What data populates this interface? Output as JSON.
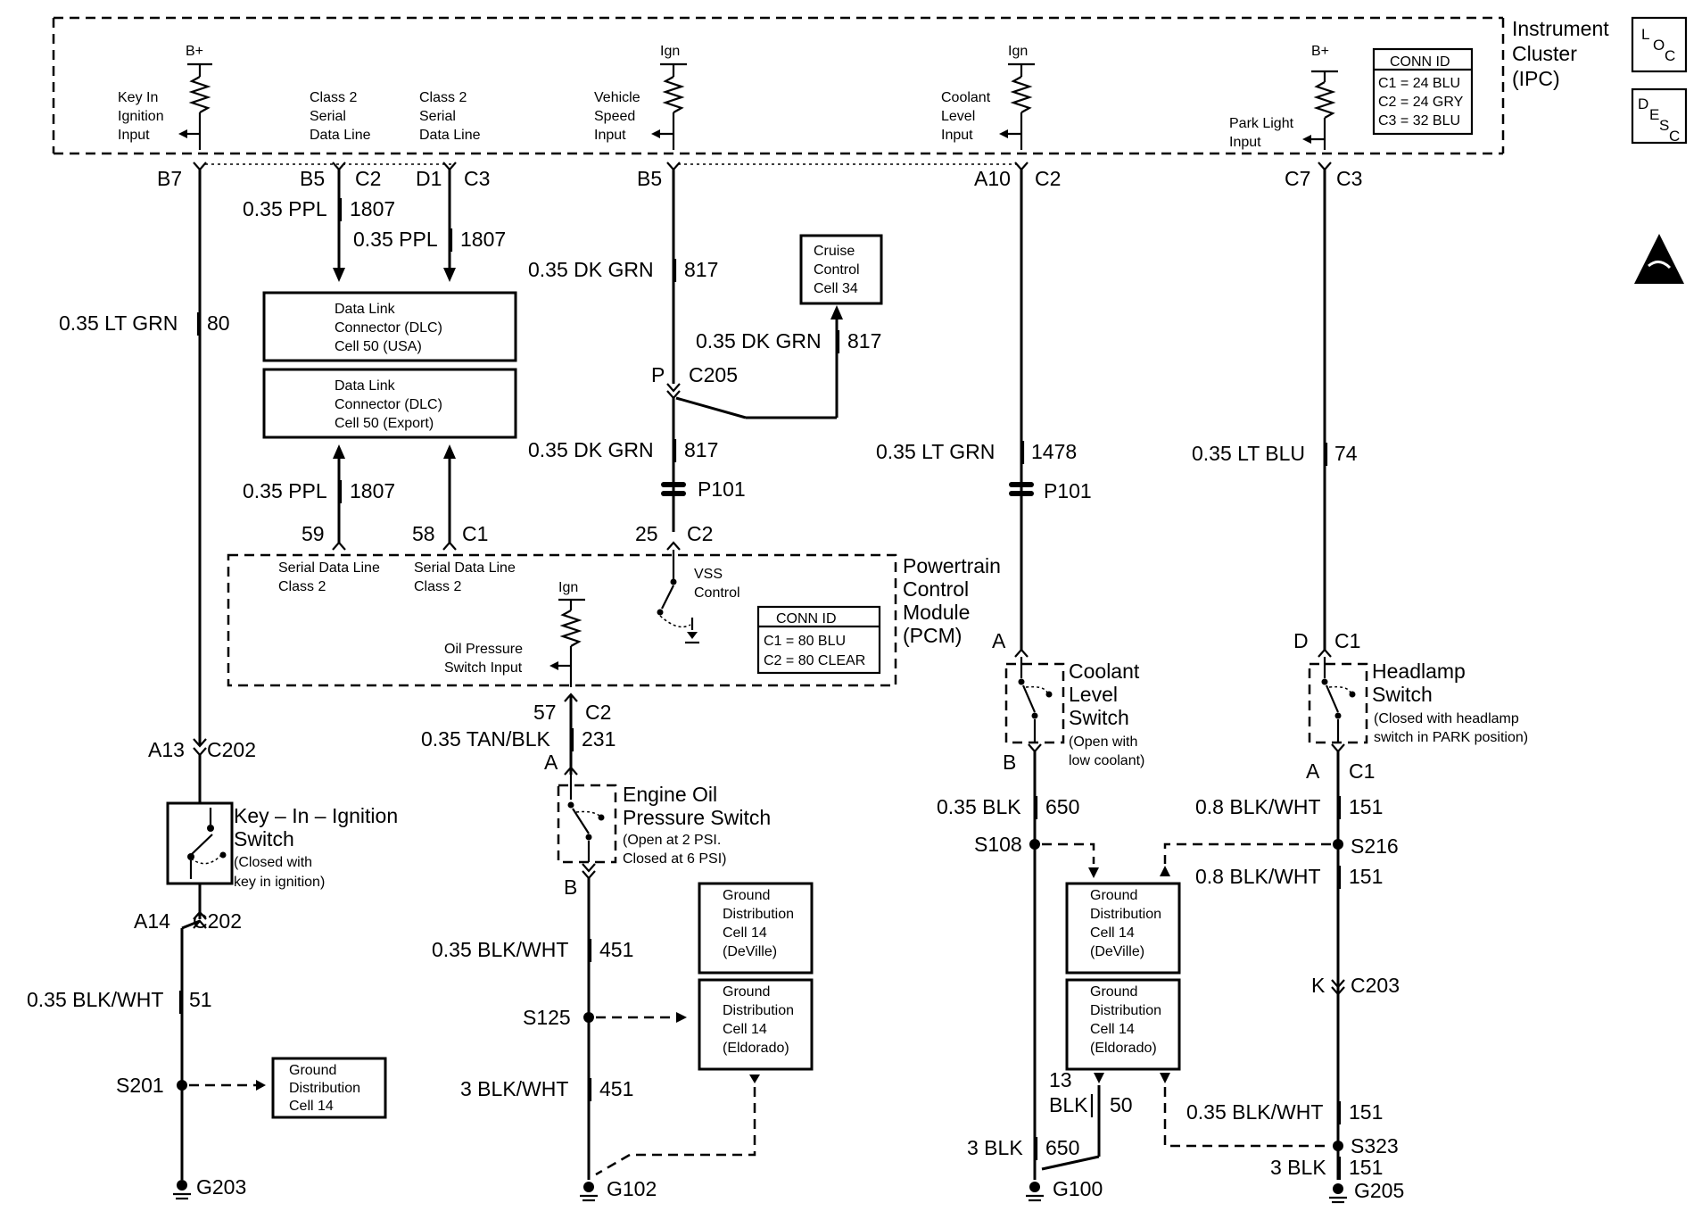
{
  "ipc": {
    "label": [
      "Instrument",
      "Cluster",
      "(IPC)"
    ],
    "conn_id_title": "CONN ID",
    "conn_id": [
      "C1 = 24 BLU",
      "C2 = 24 GRY",
      "C3 = 32 BLU"
    ],
    "inputs": {
      "key_in": [
        "Key In",
        "Ignition",
        "Input"
      ],
      "class2_a": [
        "Class 2",
        "Serial",
        "Data Line"
      ],
      "class2_b": [
        "Class 2",
        "Serial",
        "Data Line"
      ],
      "vss": [
        "Vehicle",
        "Speed",
        "Input"
      ],
      "coolant": [
        "Coolant",
        "Level",
        "Input"
      ],
      "park": [
        "Park Light",
        "Input"
      ]
    },
    "power": {
      "bplus": "B+",
      "ign": "Ign"
    }
  },
  "icons": {
    "loc": "LOC",
    "desc": "DESC",
    "esd": "esd-warning-icon"
  },
  "pins": {
    "b7": "B7",
    "b5": "B5",
    "c2": "C2",
    "d1": "D1",
    "c3": "C3",
    "a10": "A10",
    "c7": "C7",
    "p": "P",
    "c205": "C205",
    "p101": "P101",
    "pin59": "59",
    "pin58": "58",
    "c1": "C1",
    "pin25": "25",
    "a13": "A13",
    "c202": "C202",
    "a14": "A14",
    "pin57": "57",
    "a": "A",
    "b": "B",
    "d": "D",
    "k": "K",
    "c203": "C203",
    "pin13": "13"
  },
  "wires": {
    "ppl": "0.35 PPL",
    "n1807": "1807",
    "ltgrn": "0.35 LT GRN",
    "n80": "80",
    "dkgrn": "0.35 DK GRN",
    "n817": "817",
    "ltgrn2": "0.35 LT GRN",
    "n1478": "1478",
    "ltblu": "0.35 LT BLU",
    "n74": "74",
    "tanblk": "0.35 TAN/BLK",
    "n231": "231",
    "blkwht035": "0.35 BLK/WHT",
    "n51": "51",
    "n451": "451",
    "blkwht3": "3 BLK/WHT",
    "blk035": "0.35 BLK",
    "n650": "650",
    "blkwht08": "0.8 BLK/WHT",
    "n151": "151",
    "blk": "BLK",
    "n50": "50",
    "blk3": "3 BLK"
  },
  "splices": {
    "s201": "S201",
    "s125": "S125",
    "s108": "S108",
    "s216": "S216",
    "s323": "S323"
  },
  "grounds": {
    "g203": "G203",
    "g102": "G102",
    "g100": "G100",
    "g205": "G205"
  },
  "boxes": {
    "dlc_usa": [
      "Data Link",
      "Connector (DLC)",
      "Cell 50  (USA)"
    ],
    "dlc_exp": [
      "Data Link",
      "Connector (DLC)",
      "Cell 50  (Export)"
    ],
    "cruise": [
      "Cruise",
      "Control",
      "Cell 34"
    ],
    "gnd_deville": [
      "Ground",
      "Distribution",
      "Cell 14",
      "(DeVille)"
    ],
    "gnd_eldorado": [
      "Ground",
      "Distribution",
      "Cell 14",
      "(Eldorado)"
    ],
    "gnd_plain": [
      "Ground",
      "Distribution",
      "Cell 14"
    ]
  },
  "pcm": {
    "label": [
      "Powertrain",
      "Control",
      "Module",
      "(PCM)"
    ],
    "sdl59": [
      "Serial Data Line",
      "Class 2"
    ],
    "sdl58": [
      "Serial Data Line",
      "Class 2"
    ],
    "vss_ctrl": [
      "VSS",
      "Control"
    ],
    "oil_input": [
      "Oil Pressure",
      "Switch Input"
    ],
    "conn_id_title": "CONN ID",
    "conn_id": [
      "C1 = 80 BLU",
      "C2 = 80 CLEAR"
    ]
  },
  "switches": {
    "key": [
      "Key – In – Ignition",
      "Switch"
    ],
    "key_note": [
      "(Closed with",
      "key in ignition)"
    ],
    "oil": [
      "Engine Oil",
      "Pressure Switch"
    ],
    "oil_note": [
      "(Open at 2 PSI.",
      "Closed at 6 PSI)"
    ],
    "coolant": [
      "Coolant",
      "Level",
      "Switch"
    ],
    "coolant_note": [
      "(Open with",
      "low coolant)"
    ],
    "headlamp": [
      "Headlamp",
      "Switch"
    ],
    "headlamp_note": [
      "(Closed with headlamp",
      "switch in PARK position)"
    ]
  }
}
